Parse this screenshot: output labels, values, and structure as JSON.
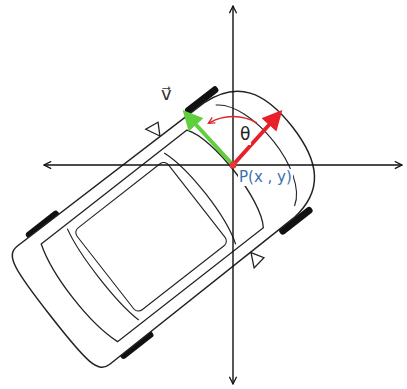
{
  "diagram": {
    "labels": [
      "v⃗",
      "θ",
      "P(x , y)"
    ]
  }
}
